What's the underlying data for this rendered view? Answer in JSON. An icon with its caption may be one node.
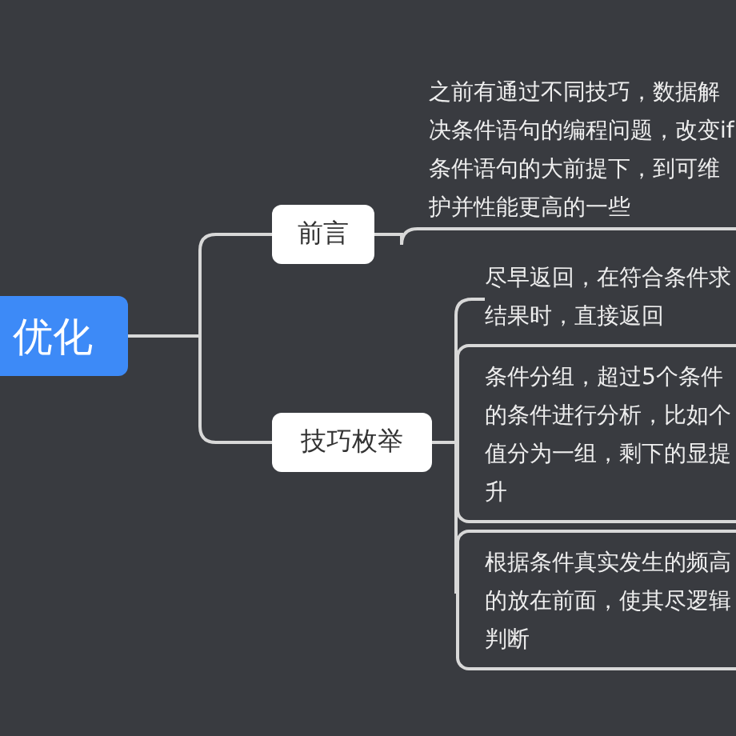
{
  "diagram": {
    "nodes": [
      {
        "text": [
          "优化"
        ]
      },
      {
        "text": [
          "前言"
        ]
      },
      {
        "text": [
          "技巧枚举"
        ]
      },
      {
        "text": [
          "之前有通过不同技巧，数据解决条件语句的编程问题，改变if条件语句的大前提下，到可维护并性能更高的一些"
        ]
      },
      {
        "text": [
          "尽早返回，在符合条件求结果时，直接返回"
        ]
      },
      {
        "text": [
          "条件分组，超过5个条件的条件进行分析，比如个值分为一组，剩下的显提升"
        ]
      },
      {
        "text": [
          "根据条件真实发生的频高的放在前面，使其尽逻辑判断"
        ]
      }
    ],
    "edges": [
      {
        "from": 0,
        "to": 1,
        "arrow": "none"
      },
      {
        "from": 0,
        "to": 2,
        "arrow": "none"
      },
      {
        "from": 1,
        "to": 3,
        "arrow": "none"
      },
      {
        "from": 2,
        "to": 4,
        "arrow": "none"
      },
      {
        "from": 2,
        "to": 5,
        "arrow": "none"
      },
      {
        "from": 2,
        "to": 6,
        "arrow": "none"
      }
    ]
  }
}
